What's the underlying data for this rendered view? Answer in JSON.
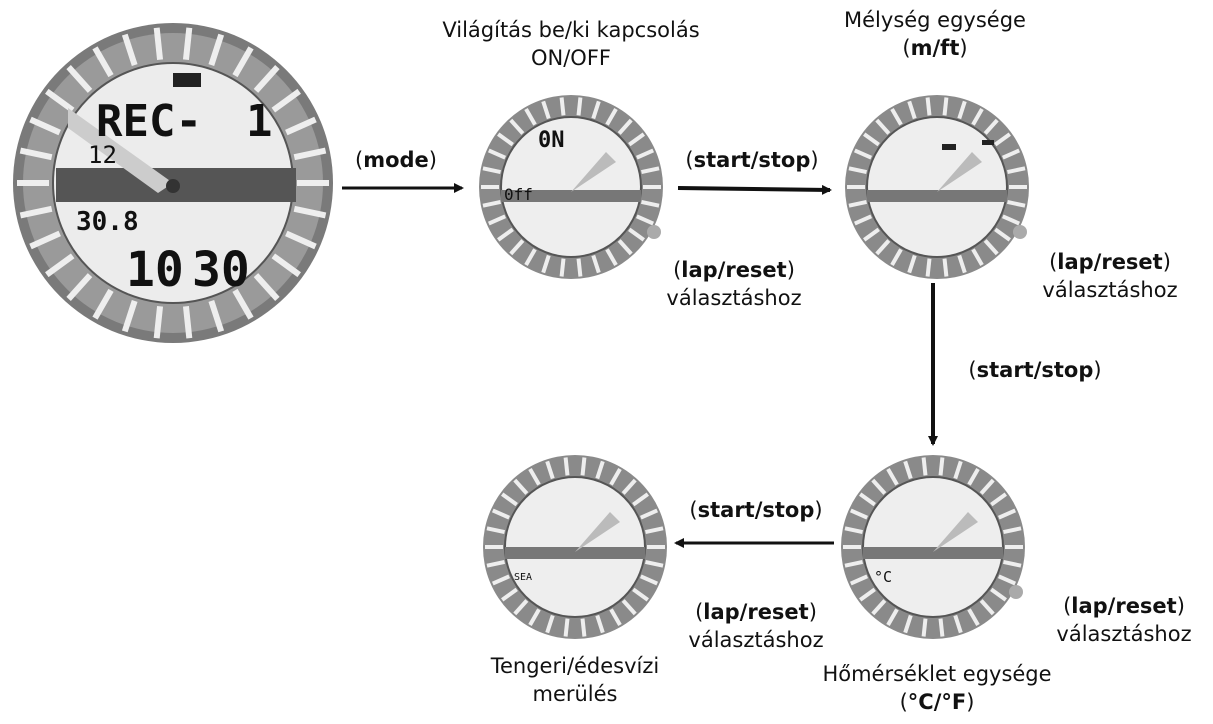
{
  "main_watch": {
    "mode_label": "REC-",
    "mode_num": "1",
    "small_time": "12",
    "depth": "30.8",
    "time_main": "10",
    "time_sec": "30"
  },
  "steps": {
    "light": {
      "line1": "Világítás be/ki kapcsolás",
      "line2": "ON/OFF",
      "display": "0N",
      "display2": "0ff"
    },
    "depth_unit": {
      "line1": "Mélység egysége",
      "unit": "m/ft"
    },
    "temp_unit": {
      "line1": "Hőmérséklet egysége",
      "unit": "°C/°F",
      "display": "°C"
    },
    "water": {
      "line1": "Tengeri/édesvízi",
      "line2": "merülés",
      "display": "SEA"
    }
  },
  "buttons": {
    "mode": "mode",
    "start_stop": "start/stop",
    "lap_reset": "lap/reset",
    "select_suffix": "választáshoz"
  }
}
